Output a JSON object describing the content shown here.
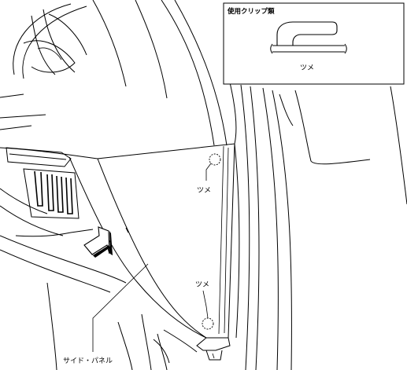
{
  "inset": {
    "title": "使用クリップ類",
    "clip_label": "ツメ"
  },
  "callouts": {
    "claw_upper": "ツメ",
    "claw_lower": "ツメ",
    "side_panel": "サイド・パネル"
  },
  "icons": {
    "removal_arrow": "thick-arrow-down-left-icon"
  }
}
